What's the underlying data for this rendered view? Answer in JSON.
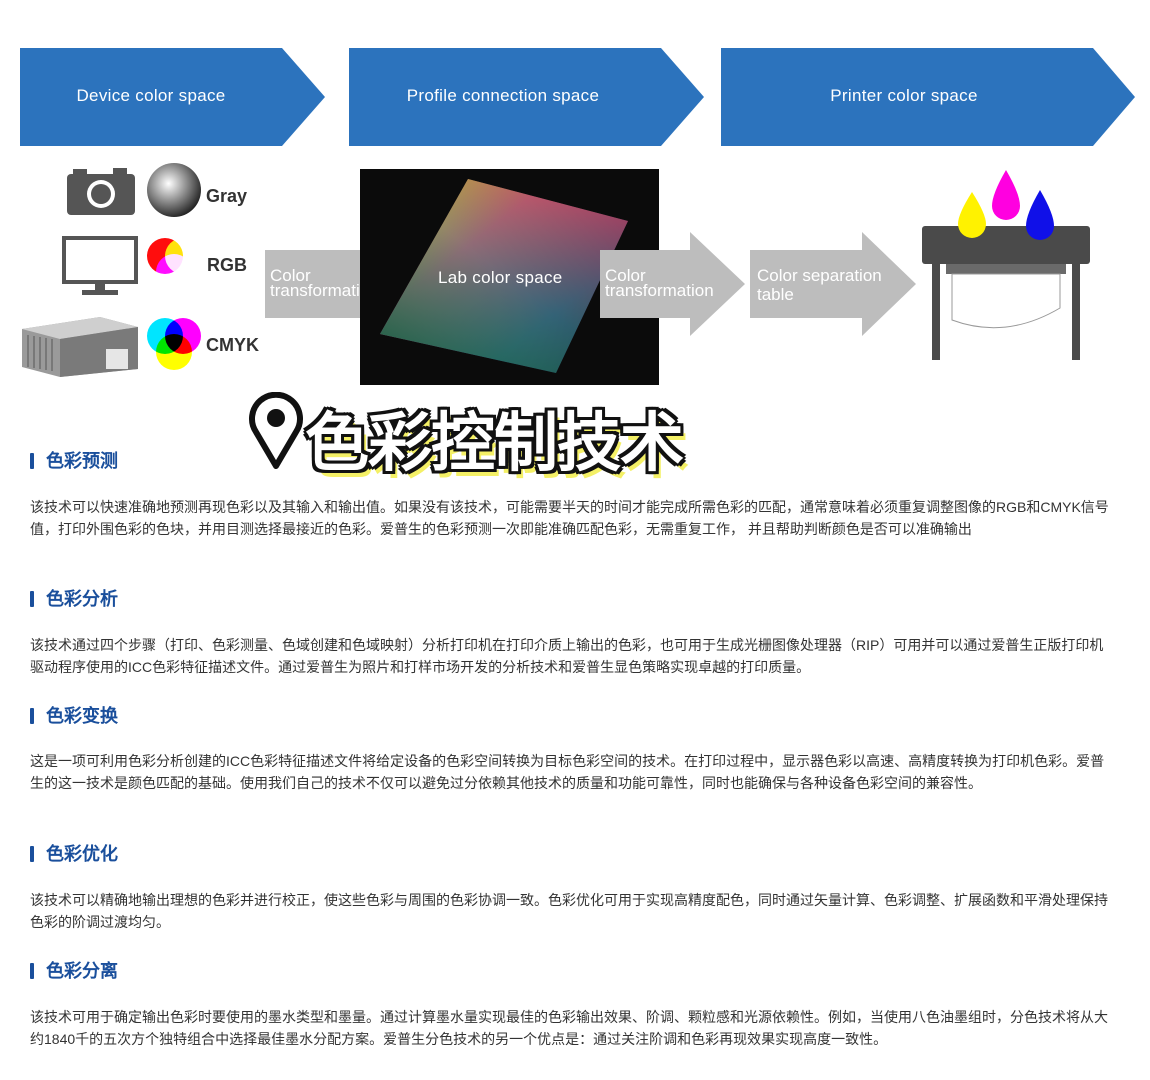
{
  "diagram": {
    "banners": [
      {
        "label": "Device color space"
      },
      {
        "label": "Profile connection space"
      },
      {
        "label": "Printer color space"
      }
    ],
    "device_labels": {
      "gray": "Gray",
      "rgb": "RGB",
      "cmyk": "CMYK"
    },
    "arrow1": {
      "line1": "Color",
      "line2": "transformation"
    },
    "lab_label": "Lab color space",
    "arrow2": {
      "line1": "Color",
      "line2": "transformation"
    },
    "arrow3": {
      "line1": "Color separation",
      "line2": "table"
    },
    "colors": {
      "banner_blue": "#2c73bd",
      "arrow_grey": "#bdbdbd",
      "heading_blue": "#1a4f9c"
    }
  },
  "overlay_title": "色彩控制技术",
  "sections": [
    {
      "heading": "色彩预测",
      "body": "该技术可以快速准确地预测再现色彩以及其输入和输出值。如果没有该技术，可能需要半天的时间才能完成所需色彩的匹配，通常意味着必须重复调整图像的RGB和CMYK信号值，打印外围色彩的色块，并用目测选择最接近的色彩。爱普生的色彩预测一次即能准确匹配色彩，无需重复工作， 并且帮助判断颜色是否可以准确输出"
    },
    {
      "heading": "色彩分析",
      "body": "该技术通过四个步骤（打印、色彩测量、色域创建和色域映射）分析打印机在打印介质上输出的色彩，也可用于生成光栅图像处理器（RIP）可用并可以通过爱普生正版打印机驱动程序使用的ICC色彩特征描述文件。通过爱普生为照片和打样市场开发的分析技术和爱普生显色策略实现卓越的打印质量。"
    },
    {
      "heading": "色彩变换",
      "body": "这是一项可利用色彩分析创建的ICC色彩特征描述文件将给定设备的色彩空间转换为目标色彩空间的技术。在打印过程中，显示器色彩以高速、高精度转换为打印机色彩。爱普生的这一技术是颜色匹配的基础。使用我们自己的技术不仅可以避免过分依赖其他技术的质量和功能可靠性，同时也能确保与各种设备色彩空间的兼容性。"
    },
    {
      "heading": "色彩优化",
      "body": "该技术可以精确地输出理想的色彩并进行校正，使这些色彩与周围的色彩协调一致。色彩优化可用于实现高精度配色，同时通过矢量计算、色彩调整、扩展函数和平滑处理保持色彩的阶调过渡均匀。"
    },
    {
      "heading": "色彩分离",
      "body": "该技术可用于确定输出色彩时要使用的墨水类型和墨量。通过计算墨水量实现最佳的色彩输出效果、阶调、颗粒感和光源依赖性。例如，当使用八色油墨组时，分色技术将从大约1840千的五次方个独特组合中选择最佳墨水分配方案。爱普生分色技术的另一个优点是：通过关注阶调和色彩再现效果实现高度一致性。"
    }
  ]
}
